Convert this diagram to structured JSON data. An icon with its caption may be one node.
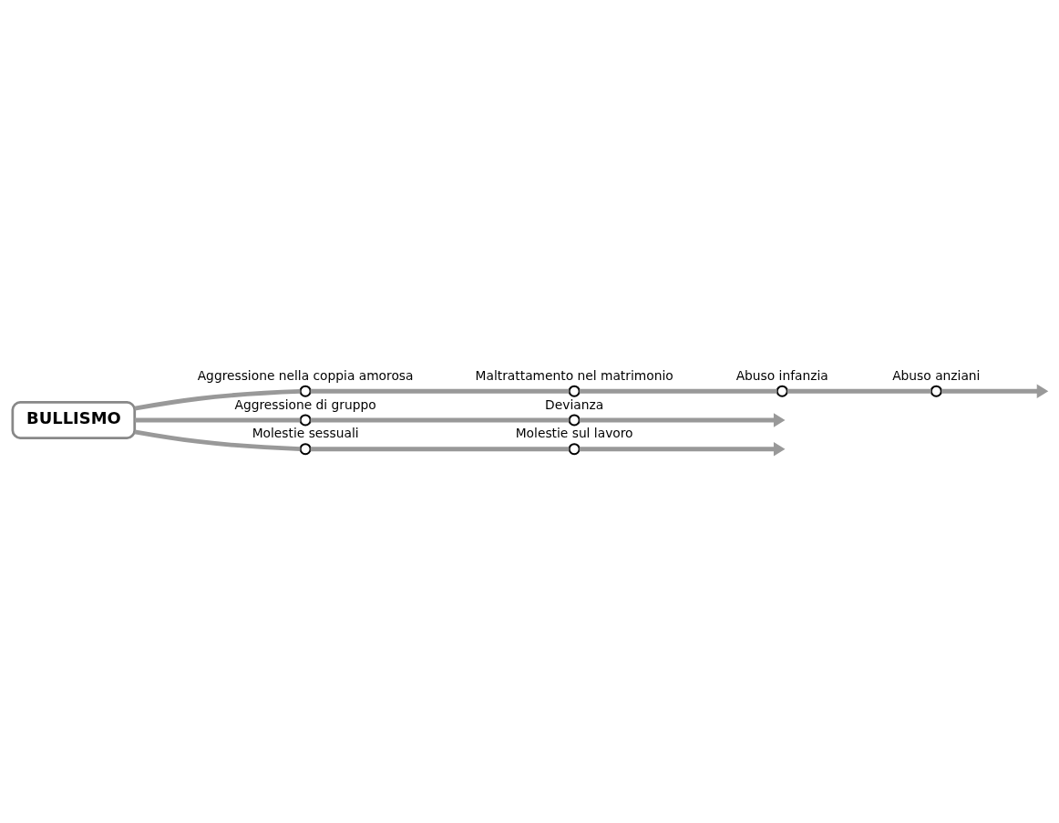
{
  "diagram": {
    "nodes": [
      {
        "text": [
          "BULLISMO"
        ]
      },
      {
        "text": [],
        "shape": "circle",
        "beside": [
          "Aggressione nella coppia amorosa"
        ]
      },
      {
        "text": [],
        "shape": "circle",
        "beside": [
          "Maltrattamento nel matrimonio"
        ]
      },
      {
        "text": [],
        "shape": "circle",
        "beside": [
          "Abuso infanzia"
        ]
      },
      {
        "text": [],
        "shape": "circle",
        "beside": [
          "Abuso anziani"
        ]
      },
      {
        "text": [],
        "shape": "circle",
        "beside": [
          "Aggressione di gruppo"
        ]
      },
      {
        "text": [],
        "shape": "circle",
        "beside": [
          "Devianza"
        ]
      },
      {
        "text": [],
        "shape": "circle",
        "beside": [
          "Molestie sessuali"
        ]
      },
      {
        "text": [],
        "shape": "circle",
        "beside": [
          "Molestie sul lavoro"
        ]
      }
    ],
    "edges": [
      {
        "from": 0,
        "to": 1,
        "arrow": "none"
      },
      {
        "from": 1,
        "to": 2,
        "arrow": "none"
      },
      {
        "from": 2,
        "to": 3,
        "arrow": "none"
      },
      {
        "from": 3,
        "to": 4,
        "arrow": "none"
      },
      {
        "from": 4,
        "to": null,
        "arrow": "to"
      },
      {
        "from": 0,
        "to": 5,
        "arrow": "none"
      },
      {
        "from": 5,
        "to": 6,
        "arrow": "none"
      },
      {
        "from": 6,
        "to": null,
        "arrow": "to"
      },
      {
        "from": 0,
        "to": 7,
        "arrow": "none"
      },
      {
        "from": 7,
        "to": 8,
        "arrow": "none"
      },
      {
        "from": 8,
        "to": null,
        "arrow": "to"
      }
    ]
  }
}
